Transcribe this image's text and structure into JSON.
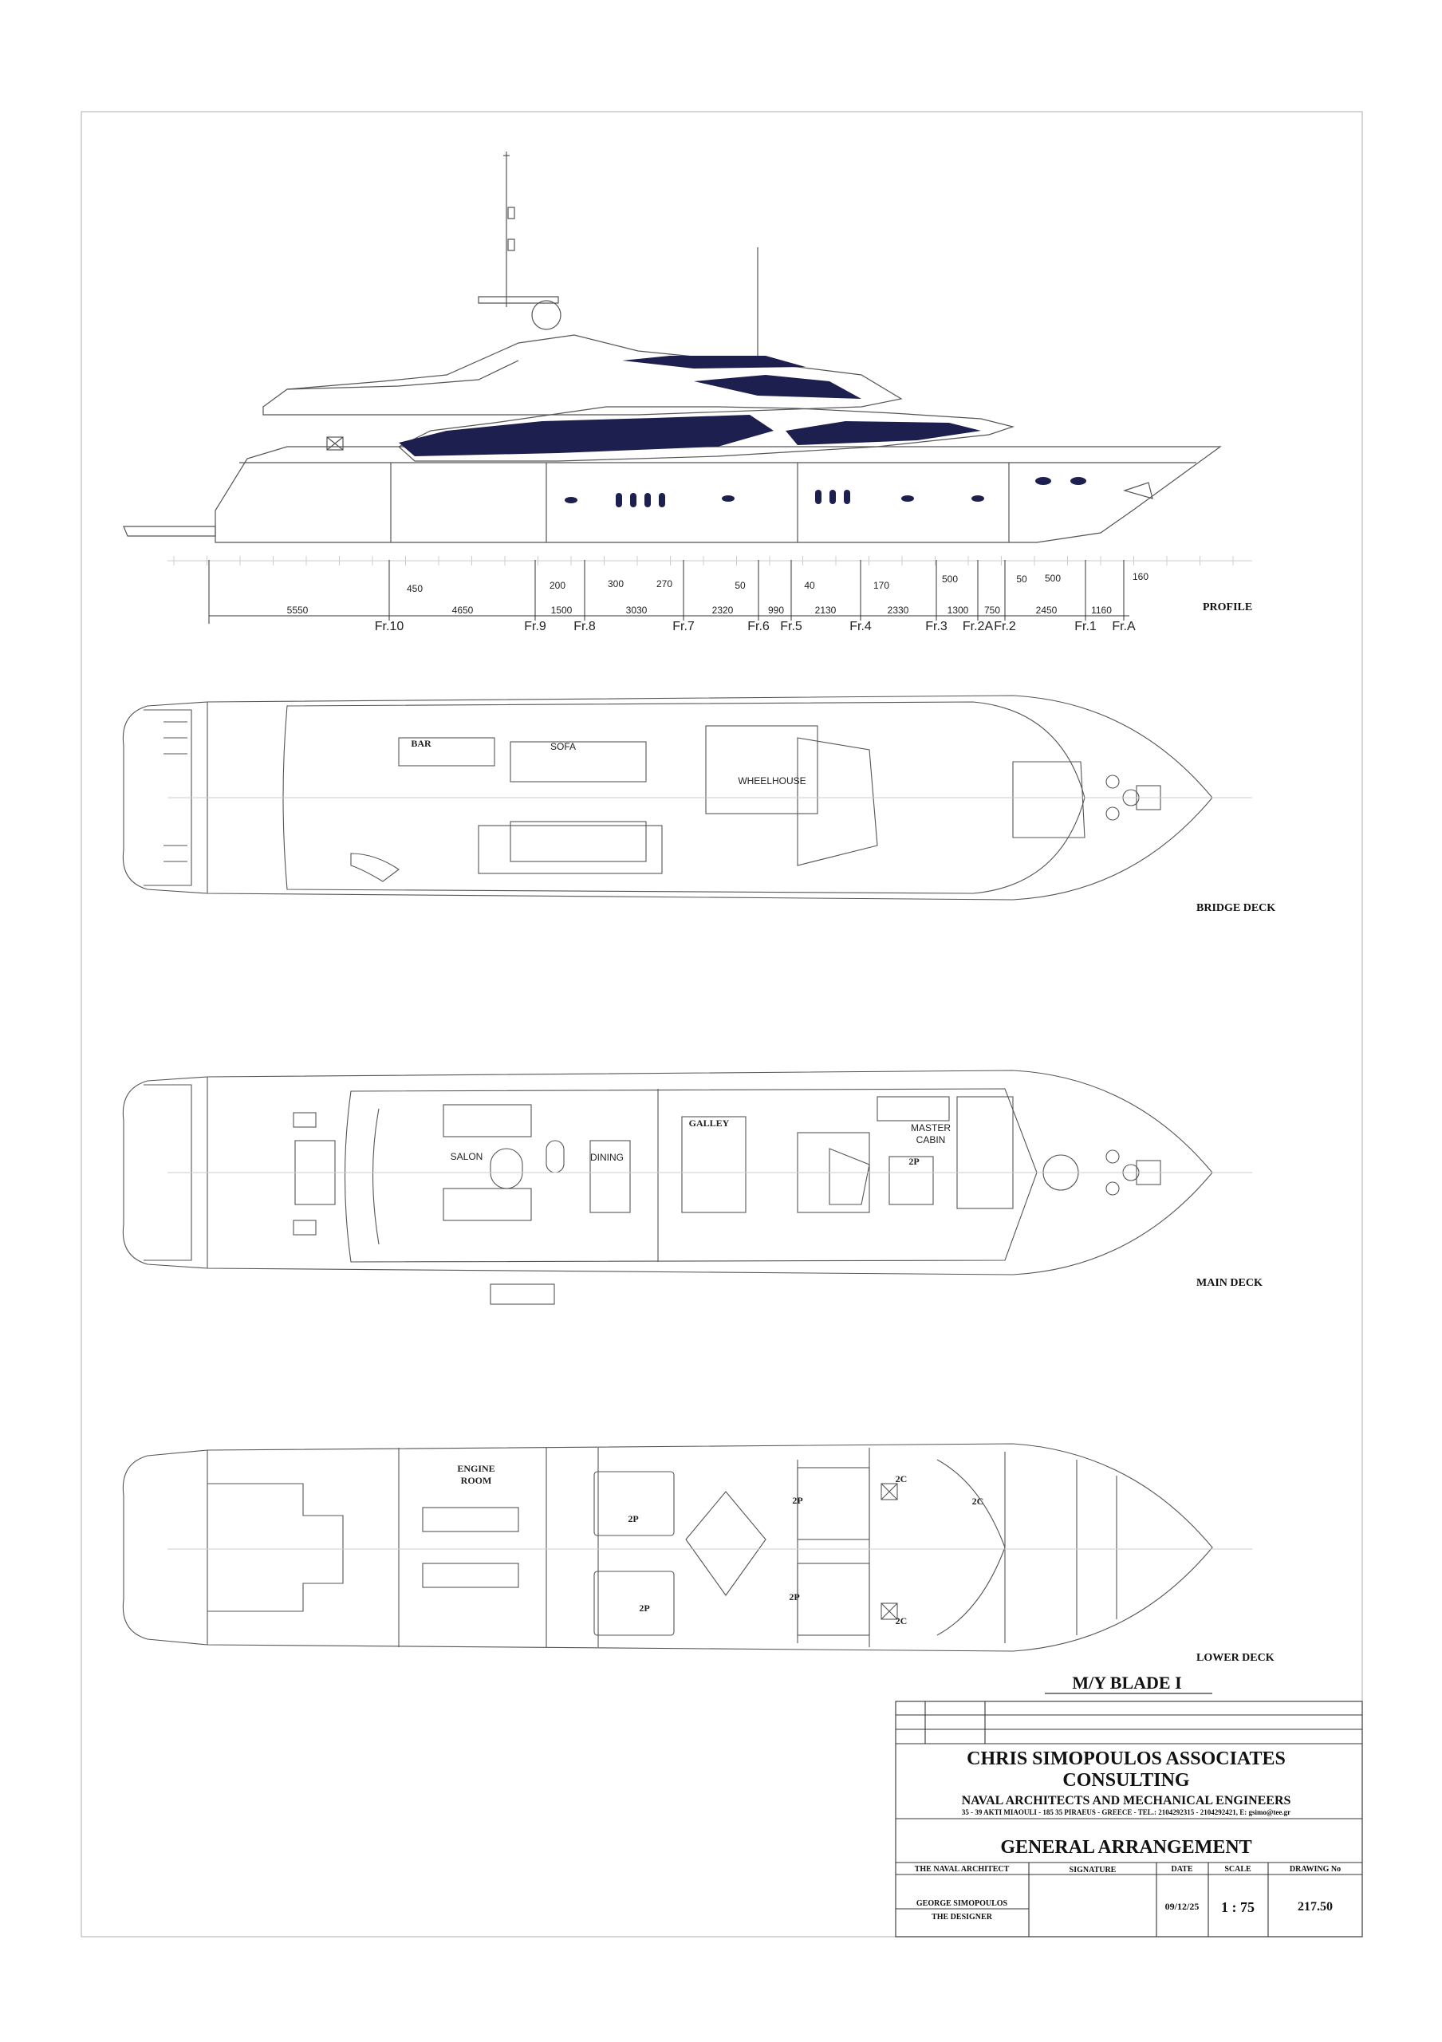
{
  "labels": {
    "profile": "PROFILE",
    "bridge_deck": "BRIDGE DECK",
    "main_deck": "MAIN DECK",
    "lower_deck": "LOWER DECK"
  },
  "profile": {
    "upper_dims": [
      "450",
      "200",
      "300",
      "270",
      "50",
      "40",
      "170",
      "500",
      "50",
      "500",
      "160"
    ],
    "lower_dims": [
      "5550",
      "4650",
      "1500",
      "3030",
      "2320",
      "990",
      "2130",
      "2330",
      "1300",
      "750",
      "2450",
      "1160"
    ],
    "frames": [
      "Fr.10",
      "Fr.9",
      "Fr.8",
      "Fr.7",
      "Fr.6",
      "Fr.5",
      "Fr.4",
      "Fr.3",
      "Fr.2A",
      "Fr.2",
      "Fr.1",
      "Fr.A"
    ]
  },
  "bridge": {
    "bar": "BAR",
    "sofa": "SOFA",
    "wheelhouse": "WHEELHOUSE"
  },
  "main": {
    "salon": "SALON",
    "dining": "DINING",
    "galley": "GALLEY",
    "master_1": "MASTER",
    "master_2": "CABIN",
    "master_berth": "2P"
  },
  "lower": {
    "engine_1": "ENGINE",
    "engine_2": "ROOM",
    "cabins": [
      "2P",
      "2P",
      "2P",
      "2P",
      "2C",
      "2C",
      "2C"
    ]
  },
  "title_block": {
    "vessel": "M/Y BLADE I",
    "company_1": "CHRIS  SIMOPOULOS ASSOCIATES",
    "company_2": "CONSULTING",
    "subtitle": "NAVAL  ARCHITECTS  AND  MECHANICAL  ENGINEERS",
    "address": "35 - 39  AKTI  MIAOULI - 185 35  PIRAEUS - GREECE - TEL.: 2104292315 - 2104292421, E: gsimo@tee.gr",
    "drawing_title": "GENERAL ARRANGEMENT",
    "headers": {
      "naval_architect": "THE NAVAL ARCHITECT",
      "signature": "SIGNATURE",
      "date": "DATE",
      "scale": "SCALE",
      "drawing_no": "DRAWING  No"
    },
    "architect_name": "GEORGE SIMOPOULOS",
    "designer": "THE DESIGNER",
    "date": "09/12/25",
    "scale": "1 : 75",
    "drawing_no": "217.50"
  },
  "colors": {
    "line": "#555555",
    "navy": "#1d1f4f",
    "ink": "#111111"
  }
}
